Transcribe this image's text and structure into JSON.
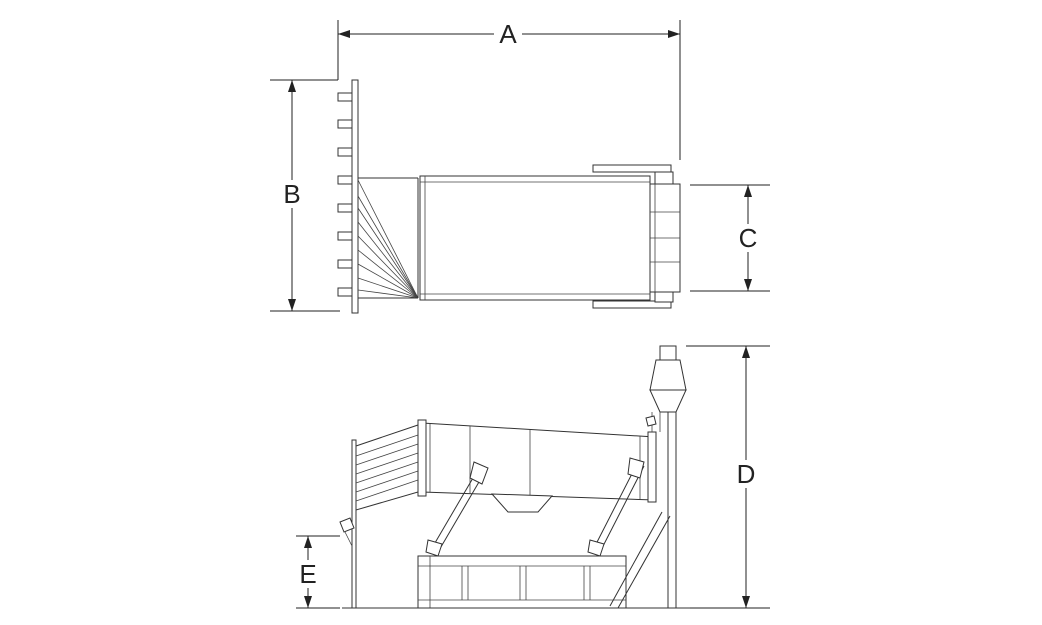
{
  "dimension_labels": {
    "a": "A",
    "b": "B",
    "c": "C",
    "d": "D",
    "e": "E"
  },
  "colors": {
    "line": "#333333",
    "background": "#ffffff"
  }
}
